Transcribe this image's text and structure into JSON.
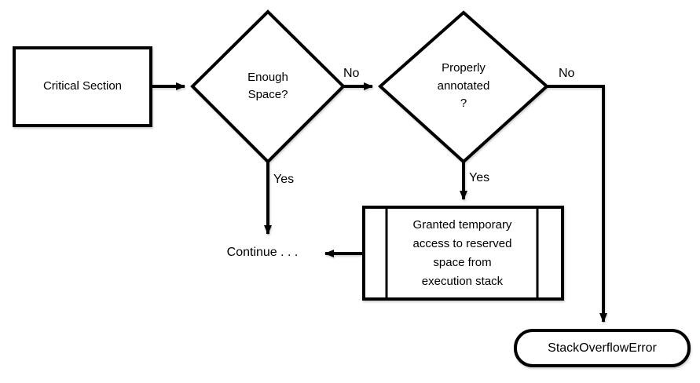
{
  "colors": {
    "background": "#ffffff",
    "stroke": "#000000",
    "text": "#000000"
  },
  "nodes": {
    "critical_section": "Critical Section",
    "enough_space": "Enough\nSpace?",
    "properly_annotated": "Properly\nannotated\n?",
    "granted_access": "Granted temporary\naccess to reserved\nspace from\nexecution stack",
    "continue_text": "Continue . . .",
    "stack_overflow_error": "StackOverflowError"
  },
  "edge_labels": {
    "enough_space_no": "No",
    "enough_space_yes": "Yes",
    "properly_annotated_no": "No",
    "properly_annotated_yes": "Yes"
  }
}
